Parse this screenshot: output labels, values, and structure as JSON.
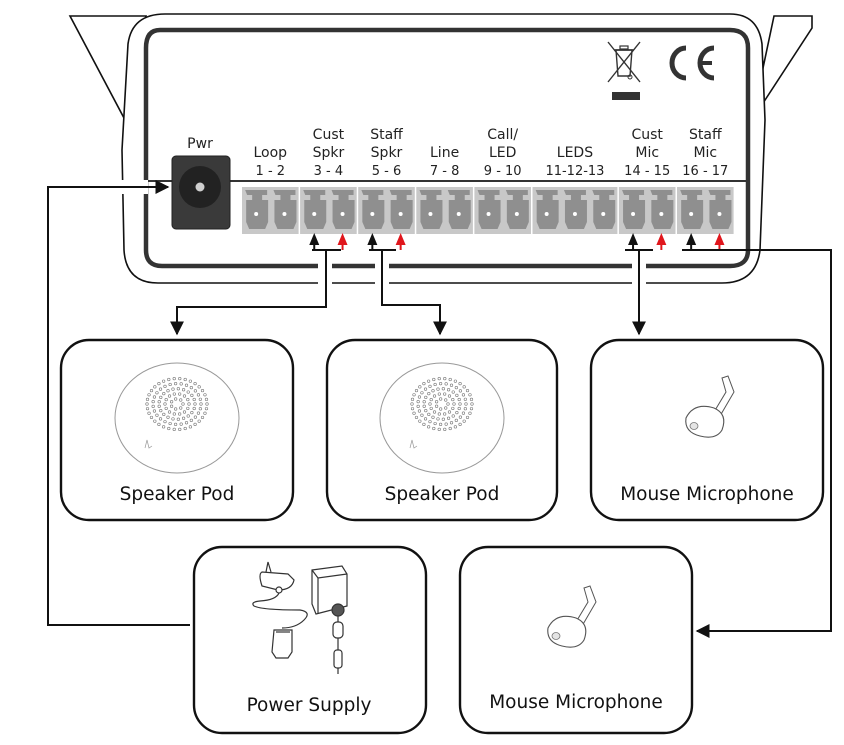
{
  "device": {
    "power_label": "Pwr",
    "symbols": [
      "weee-bin-icon",
      "ce-mark-icon"
    ],
    "ce_text": "CE",
    "terminal_groups": [
      {
        "id": "loop",
        "lines": [
          "Loop",
          "1 - 2"
        ],
        "pins": 2
      },
      {
        "id": "cust-spkr",
        "lines": [
          "Cust",
          "Spkr",
          "3 - 4"
        ],
        "pins": 2
      },
      {
        "id": "staff-spkr",
        "lines": [
          "Staff",
          "Spkr",
          "5 - 6"
        ],
        "pins": 2
      },
      {
        "id": "line",
        "lines": [
          "Line",
          "7 - 8"
        ],
        "pins": 2
      },
      {
        "id": "call-led",
        "lines": [
          "Call/",
          "LED",
          "9 - 10"
        ],
        "pins": 2
      },
      {
        "id": "leds",
        "lines": [
          "LEDS",
          "11-12-13"
        ],
        "pins": 3
      },
      {
        "id": "cust-mic",
        "lines": [
          "Cust",
          "Mic",
          "14 - 15"
        ],
        "pins": 2
      },
      {
        "id": "staff-mic",
        "lines": [
          "Staff",
          "Mic",
          "16 - 17"
        ],
        "pins": 2
      }
    ]
  },
  "components": [
    {
      "id": "speaker-pod-1",
      "label": "Speaker Pod",
      "icon": "speaker-pod-icon",
      "connects_to": "cust-spkr"
    },
    {
      "id": "speaker-pod-2",
      "label": "Speaker Pod",
      "icon": "speaker-pod-icon",
      "connects_to": "staff-spkr"
    },
    {
      "id": "mouse-mic-1",
      "label": "Mouse Microphone",
      "icon": "mouse-microphone-icon",
      "connects_to": "cust-mic"
    },
    {
      "id": "power-supply",
      "label": "Power Supply",
      "icon": "power-supply-icon",
      "connects_to": "pwr"
    },
    {
      "id": "mouse-mic-2",
      "label": "Mouse Microphone",
      "icon": "mouse-microphone-icon",
      "connects_to": "staff-mic"
    }
  ],
  "colors": {
    "negative_wire": "#111111",
    "positive_wire": "#e0161c",
    "terminal_block": "#c8c8c8",
    "terminal_pin": "#8f8f8f",
    "power_jack": "#3a3a3a"
  }
}
